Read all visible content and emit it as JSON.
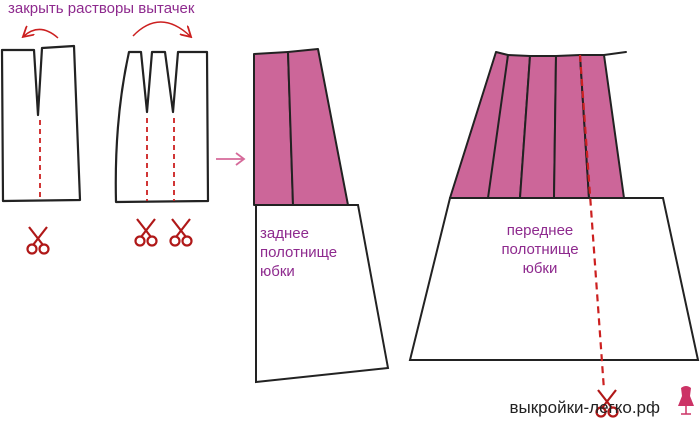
{
  "title": "закрыть растворы вытачек",
  "back_panel_label": [
    "заднее",
    "полотнище",
    "юбки"
  ],
  "front_panel_label": [
    "переднее",
    "полотнище",
    "юбки"
  ],
  "site": "выкройки-легко.рф",
  "colors": {
    "fill_pink": "#cc6699",
    "outline": "#222222",
    "accent_red": "#cc2020",
    "label_purple": "#8e2a8e",
    "arrow_pink": "#d66a9a"
  }
}
